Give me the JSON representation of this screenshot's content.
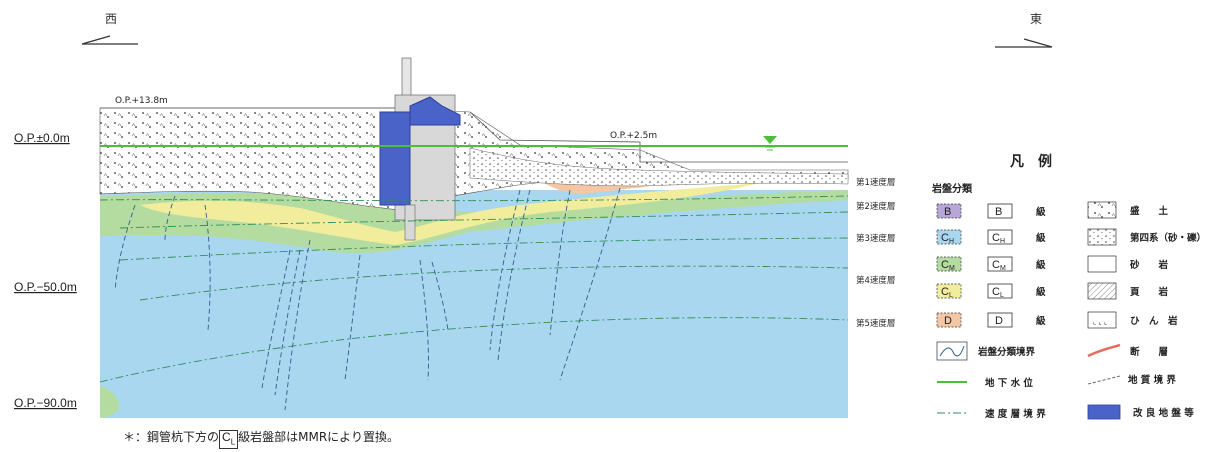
{
  "directions": {
    "west": "西",
    "east": "東"
  },
  "elevation_labels": {
    "op0": "O.P.±0.0m",
    "op_minus50": "O.P.−50.0m",
    "op_minus90": "O.P.−90.0m"
  },
  "surface_labels": {
    "op_plus138": "O.P.+13.8m",
    "op_plus25": "O.P.+2.5m"
  },
  "velocity_layers": [
    "第1速度層",
    "第2速度層",
    "第3速度層",
    "第4速度層",
    "第5速度層"
  ],
  "legend": {
    "title": "凡　例",
    "rock_class_title": "岩盤分類",
    "rock_classes": [
      {
        "code": "B",
        "sub": "",
        "label": "級",
        "color": "#b9a6d9"
      },
      {
        "code": "C",
        "sub": "H",
        "label": "級",
        "color": "#a9d7ef"
      },
      {
        "code": "C",
        "sub": "M",
        "label": "級",
        "color": "#b4dca0"
      },
      {
        "code": "C",
        "sub": "L",
        "label": "級",
        "color": "#f1ed9c"
      },
      {
        "code": "D",
        "sub": "",
        "label": "級",
        "color": "#f4c6a4"
      }
    ],
    "lithology": [
      "盛　　土",
      "第四系（砂・礫）",
      "砂　　岩",
      "頁　　岩",
      "ひ　ん　岩"
    ],
    "boundary_left": "岩盤分類境界",
    "groundwater": "地 下 水 位",
    "velocity_boundary": "速 度 層 境 界",
    "fault": "断　　層",
    "geologic_boundary": "地 質 境 界",
    "improved_ground": "改 良 地 盤 等"
  },
  "note": {
    "prefix": "＊：鋼管杭下方の",
    "code": "C",
    "sub": "L",
    "suffix": "級岩盤部はMMRにより置換。"
  },
  "colors": {
    "bedrock_ch": "#a9d7ef",
    "cm": "#b4dca0",
    "cl": "#f1ed9c",
    "d": "#f4c6a4",
    "fill": "#ffffff",
    "groundwater": "#4cbf3a",
    "improved": "#4a63c8",
    "improved_dark": "#2e3f9e"
  }
}
